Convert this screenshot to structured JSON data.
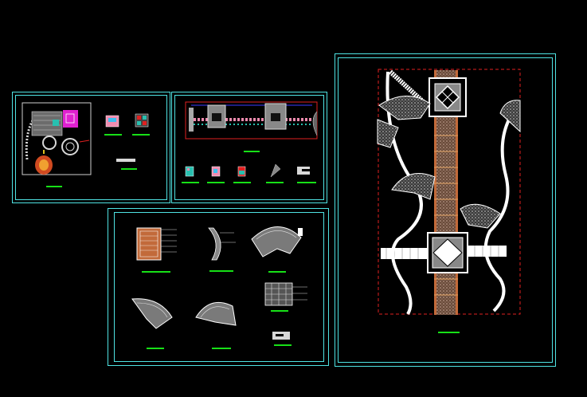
{
  "canvas": {
    "background": "#000000"
  },
  "colors": {
    "frame": "#4fe3e3",
    "underline": "#17e017",
    "hatch": "#d8d8d8",
    "paving": "#c26a3a",
    "magenta": "#e020d0",
    "boundary": "#e02020",
    "pink": "#f08cb0",
    "blue": "#3c3cff",
    "teal": "#28c0b0"
  },
  "sheets": [
    {
      "id": "site-plan-sheet",
      "drawings": [
        "site-plan",
        "pattern-swatch-1",
        "pattern-swatch-2",
        "site-note"
      ]
    },
    {
      "id": "elevation-sheet",
      "drawings": [
        "elevation",
        "detail-1",
        "detail-2",
        "detail-3",
        "detail-4",
        "detail-5"
      ]
    },
    {
      "id": "details-sheet",
      "drawings": [
        "paving-section",
        "curb-detail",
        "fan-plaza-1",
        "fan-plaza-2",
        "fan-plaza-3",
        "grid-paving",
        "step-detail"
      ]
    },
    {
      "id": "layout-plan-sheet",
      "drawings": [
        "main-layout-plan"
      ]
    }
  ]
}
